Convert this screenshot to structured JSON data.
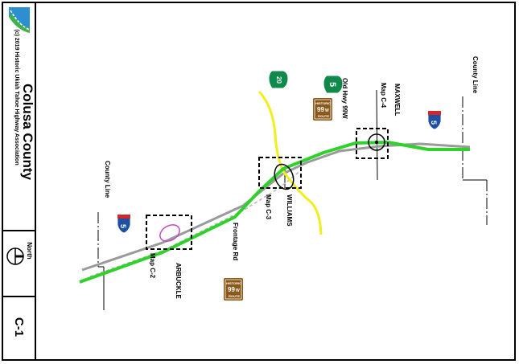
{
  "sidebar": {
    "copyright": "(c) 2019 Historic Ukiah Tahoe Highway Association",
    "county_title": "Colusa County",
    "north_label": "North",
    "map_id": "C-1"
  },
  "map": {
    "labels": {
      "county_line_left": "County Line",
      "county_line_right": "County Line",
      "map_c2": "Map C-2",
      "arbuckle": "ARBUCKLE",
      "frontage_rd": "Frontage Rd",
      "map_c3": "Map C-3",
      "williams": "WILLIAMS",
      "old_hwy": "Old Hwy 99W",
      "map_c4": "Map C-4",
      "maxwell": "MAXWELL"
    },
    "shields": {
      "interstate_number": "5",
      "state_route_20": "20",
      "state_route_5": "5",
      "us99w_top": "99",
      "us99w_suffix": "W",
      "us99w_caption": "HISTORIC",
      "us99w_route": "ROUTE"
    },
    "colors": {
      "current_highway": "#2fd12a",
      "state_route_20": "#f2ee1a",
      "old_highway": "#9a9a9a",
      "interstate_blue": "#1f4fa3",
      "interstate_red": "#d02828",
      "state_route_green": "#0f8a4a",
      "historic_brown": "#8b5a1a"
    }
  }
}
